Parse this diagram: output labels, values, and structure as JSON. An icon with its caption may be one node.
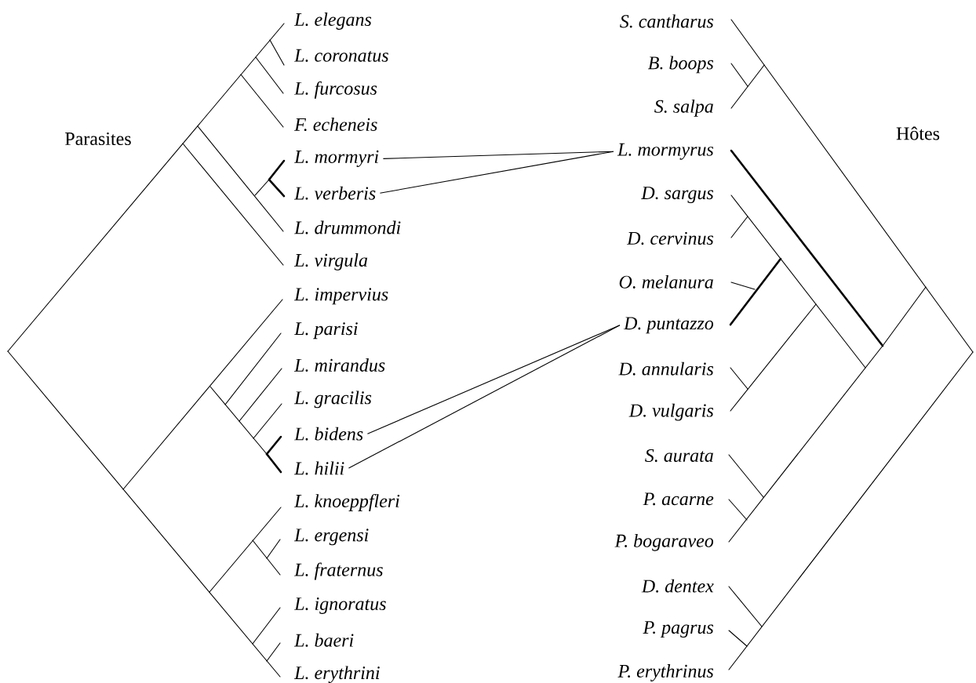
{
  "diagram": {
    "nodes": [
      {
        "text": [
          "L. elegans"
        ]
      },
      {
        "text": [
          "L. coronatus"
        ]
      },
      {
        "text": [
          "L. furcosus"
        ]
      },
      {
        "text": [
          "F. echeneis"
        ]
      },
      {
        "text": [
          "L. mormyri"
        ]
      },
      {
        "text": [
          "L. verberis"
        ]
      },
      {
        "text": [
          "L. drummondi"
        ]
      },
      {
        "text": [
          "L. virgula"
        ]
      },
      {
        "text": [
          "L. impervius"
        ]
      },
      {
        "text": [
          "L. parisi"
        ]
      },
      {
        "text": [
          "L. mirandus"
        ]
      },
      {
        "text": [
          "L. gracilis"
        ]
      },
      {
        "text": [
          "L. bidens"
        ]
      },
      {
        "text": [
          "L. hilii"
        ]
      },
      {
        "text": [
          "L. knoeppfleri"
        ]
      },
      {
        "text": [
          "L. ergensi"
        ]
      },
      {
        "text": [
          "L. fraternus"
        ]
      },
      {
        "text": [
          "L. ignoratus"
        ]
      },
      {
        "text": [
          "L. baeri"
        ]
      },
      {
        "text": [
          "L. erythrini"
        ]
      },
      {
        "text": [
          "S. cantharus"
        ]
      },
      {
        "text": [
          "B. boops"
        ]
      },
      {
        "text": [
          "S. salpa"
        ]
      },
      {
        "text": [
          "L. mormyrus"
        ]
      },
      {
        "text": [
          "D. sargus"
        ]
      },
      {
        "text": [
          "D. cervinus"
        ]
      },
      {
        "text": [
          "O. melanura"
        ]
      },
      {
        "text": [
          "D. puntazzo"
        ]
      },
      {
        "text": [
          "D. annularis"
        ]
      },
      {
        "text": [
          "D. vulgaris"
        ]
      },
      {
        "text": [
          "S. aurata"
        ]
      },
      {
        "text": [
          "P. acarne"
        ]
      },
      {
        "text": [
          "P. bogaraveo"
        ]
      },
      {
        "text": [
          "D. dentex"
        ]
      },
      {
        "text": [
          "P. pagrus"
        ]
      },
      {
        "text": [
          "P. erythrinus"
        ]
      }
    ],
    "edges": [
      {
        "from": 4,
        "to": 23,
        "arrow": "none"
      },
      {
        "from": 5,
        "to": 23,
        "arrow": "none"
      },
      {
        "from": 12,
        "to": 27,
        "arrow": "none"
      },
      {
        "from": 13,
        "to": 27,
        "arrow": "none"
      }
    ],
    "labels": [
      "Parasites",
      "Hôtes"
    ]
  }
}
